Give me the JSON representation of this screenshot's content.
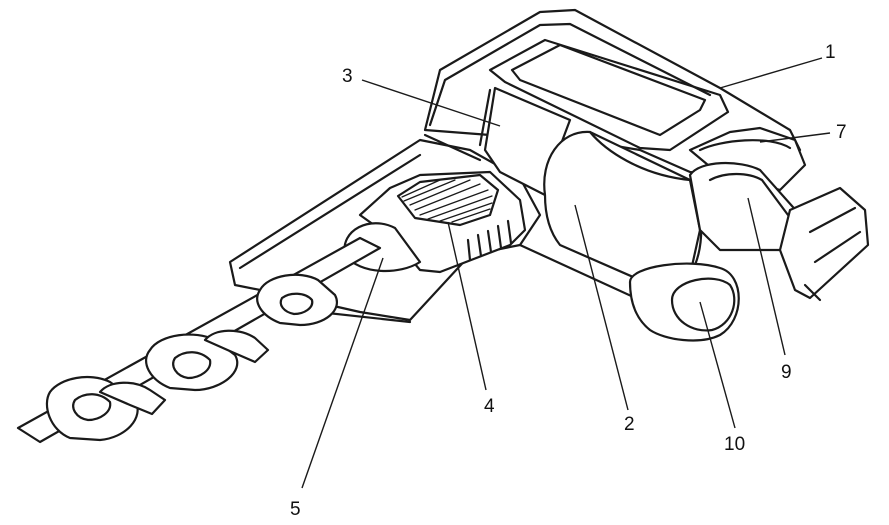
{
  "callouts": [
    {
      "id": "1",
      "text": "1"
    },
    {
      "id": "2",
      "text": "2"
    },
    {
      "id": "3",
      "text": "3"
    },
    {
      "id": "4",
      "text": "4"
    },
    {
      "id": "5",
      "text": "5"
    },
    {
      "id": "7",
      "text": "7"
    },
    {
      "id": "9",
      "text": "9"
    },
    {
      "id": "10",
      "text": "10"
    }
  ],
  "colors": {
    "line": "#1a1a1a",
    "background": "#ffffff"
  }
}
